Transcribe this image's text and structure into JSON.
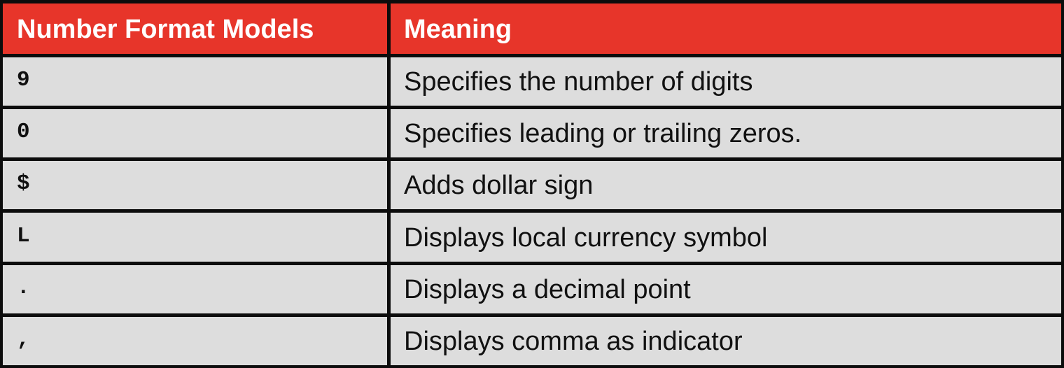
{
  "table": {
    "headers": {
      "model": "Number Format Models",
      "meaning": "Meaning"
    },
    "colors": {
      "header_background": "#e7352a",
      "header_text": "#ffffff",
      "row_background": "#dddddd",
      "border": "#0c0c0c"
    },
    "rows": [
      {
        "model": "9",
        "meaning": "Specifies the number of digits"
      },
      {
        "model": "0",
        "meaning": "Specifies leading or trailing zeros."
      },
      {
        "model": "$",
        "meaning": "Adds dollar sign"
      },
      {
        "model": "L",
        "meaning": "Displays local currency symbol"
      },
      {
        "model": ".",
        "meaning": "Displays a decimal point"
      },
      {
        "model": ",",
        "meaning": "Displays comma as indicator"
      }
    ]
  }
}
